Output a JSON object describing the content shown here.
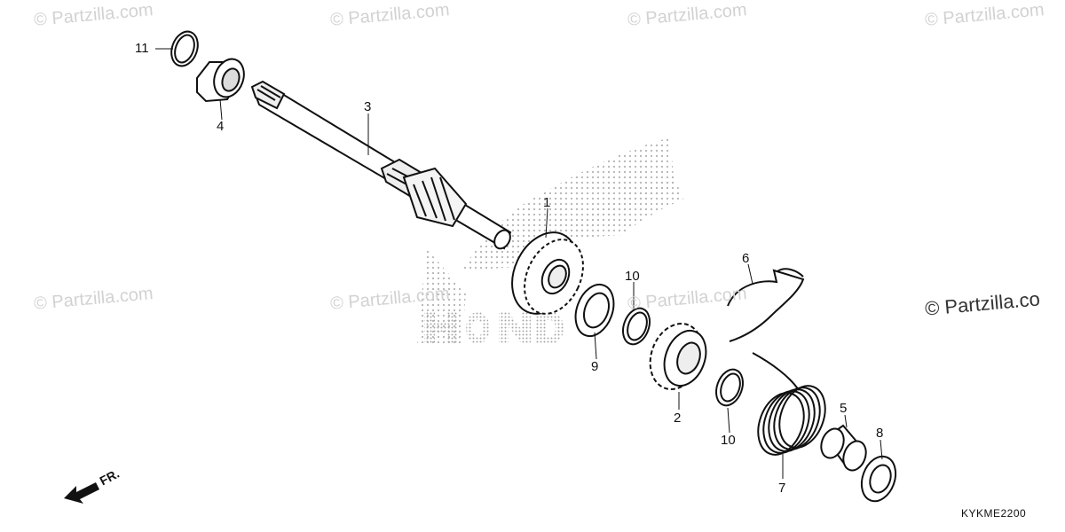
{
  "watermarks": {
    "faint": "© Partzilla.com",
    "dark": "© Partzilla.co"
  },
  "callouts": [
    "11",
    "4",
    "3",
    "1",
    "10",
    "9",
    "6",
    "2",
    "10",
    "5",
    "8",
    "7"
  ],
  "diagram_code": "KYKME2200",
  "front_indicator": "FR."
}
